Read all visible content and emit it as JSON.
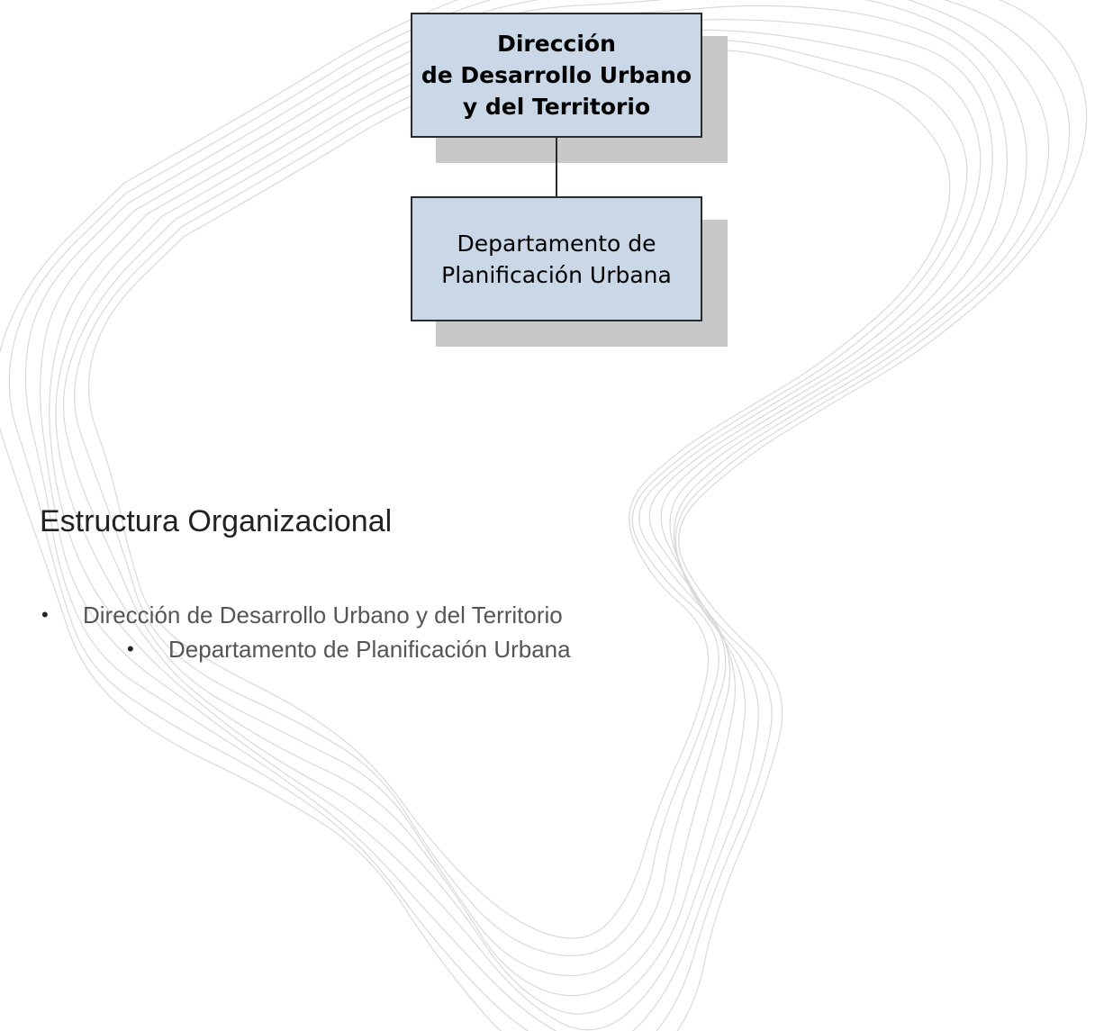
{
  "org_chart": {
    "top_node": {
      "lines": [
        "Dirección",
        "de Desarrollo Urbano",
        "y del Territorio"
      ]
    },
    "child_node": {
      "lines": [
        "Departamento de",
        "Planificación Urbana"
      ]
    }
  },
  "section": {
    "title": "Estructura Organizacional"
  },
  "list": {
    "items": [
      {
        "label": "Dirección de Desarrollo Urbano y del Territorio",
        "bullet": "•"
      },
      {
        "label": "Departamento de Planificación Urbana",
        "bullet": "•"
      }
    ]
  },
  "colors": {
    "node_fill": "#c9d7e6",
    "node_border": "#2b2b2b",
    "shadow": "#c8c8c8",
    "background_lines": "#d9d9d9"
  }
}
